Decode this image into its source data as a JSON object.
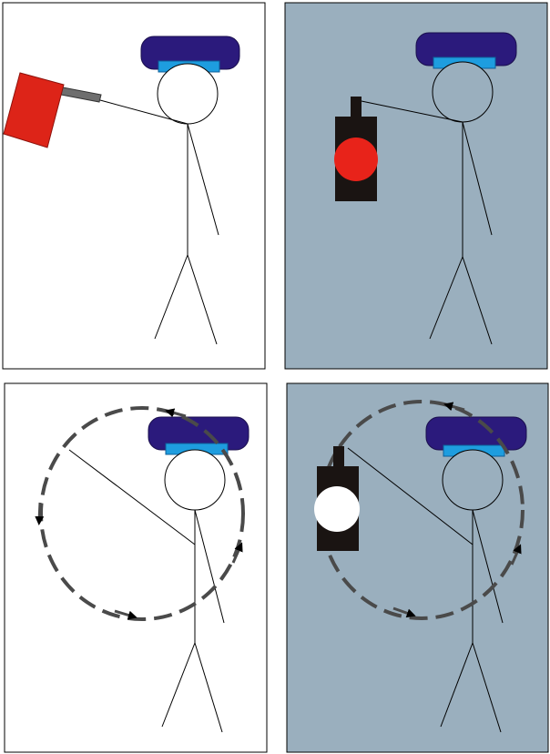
{
  "panels": [
    {
      "id": "flag",
      "background": "#ffffff"
    },
    {
      "id": "lamp-red",
      "background": "#9aafbe"
    },
    {
      "id": "circle-white",
      "background": "#ffffff"
    },
    {
      "id": "lamp-white-circle",
      "background": "#9aafbe"
    }
  ],
  "colors": {
    "cap": "#2b1a7c",
    "cap_band": "#1e9ddf",
    "flag": "#dd2418",
    "flag_pole": "#6e6e6e",
    "lamp_body": "#1a1412",
    "lamp_light_red": "#e8231a",
    "lamp_light_white": "#ffffff",
    "circle_stroke": "#4a4a4a",
    "line": "#000000"
  },
  "icons": [
    "flag-icon",
    "red-lamp-icon",
    "white-lamp-icon",
    "circular-motion-arrows-icon"
  ]
}
